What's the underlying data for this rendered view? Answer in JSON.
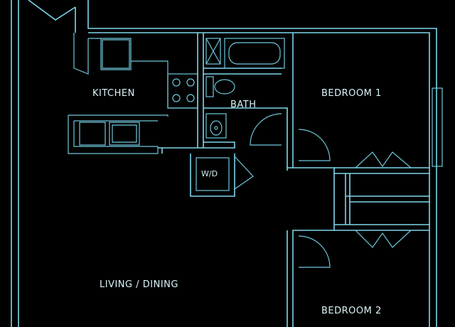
{
  "floorplan": {
    "rooms": {
      "kitchen": "KITCHEN",
      "bath": "BATH",
      "bedroom1": "BEDROOM 1",
      "bedroom2": "BEDROOM 2",
      "living": "LIVING / DINING",
      "laundry": "W/D"
    },
    "colors": {
      "background": "#000000",
      "line": "#7fd6ea",
      "text": "#d9f2f8"
    }
  }
}
